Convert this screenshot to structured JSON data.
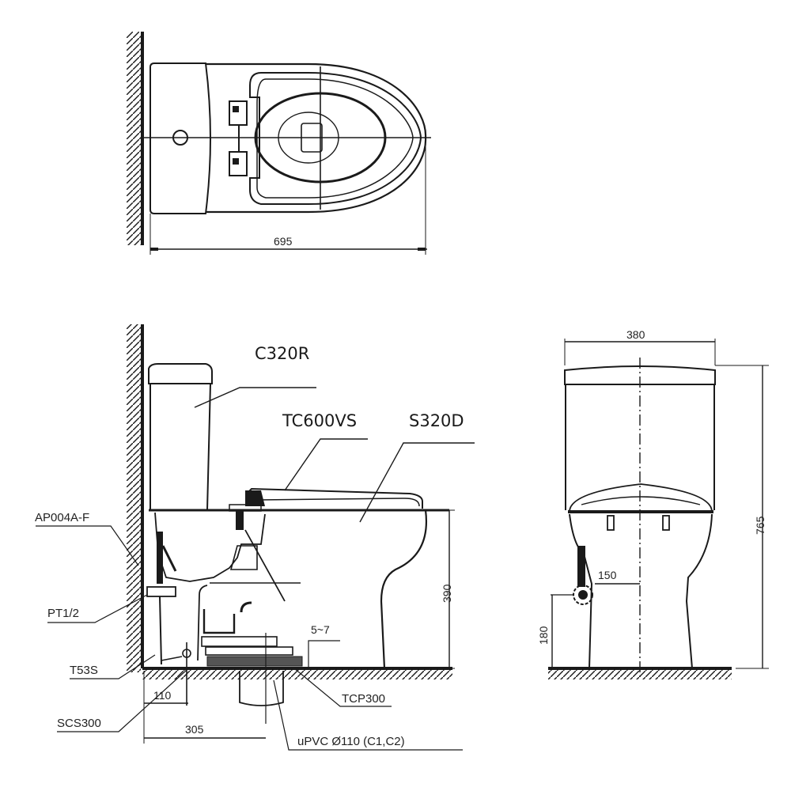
{
  "drawing": {
    "title": "Two-piece toilet technical drawing (top, side and front views)",
    "line_color": "#1a1a1a",
    "background": "#ffffff"
  },
  "top_view": {
    "overall_length": "695"
  },
  "side_view": {
    "part_labels": {
      "cistern": "C320R",
      "seat": "TC600VS",
      "bowl": "S320D"
    },
    "callouts": {
      "angle_valve": "AP004A-F",
      "inlet_thread": "PT1/2",
      "flex_hose": "T53S",
      "flange": "SCS300",
      "connector": "TCP300",
      "drain_pipe": "uPVC Ø110 (C1,C2)"
    },
    "dimensions": {
      "seat_height": "390",
      "gap": "5~7",
      "inlet_offset": "110",
      "rough_in": "305"
    }
  },
  "front_view": {
    "dimensions": {
      "width": "380",
      "total_height": "765",
      "inlet_lateral": "150",
      "inlet_height": "180"
    }
  }
}
